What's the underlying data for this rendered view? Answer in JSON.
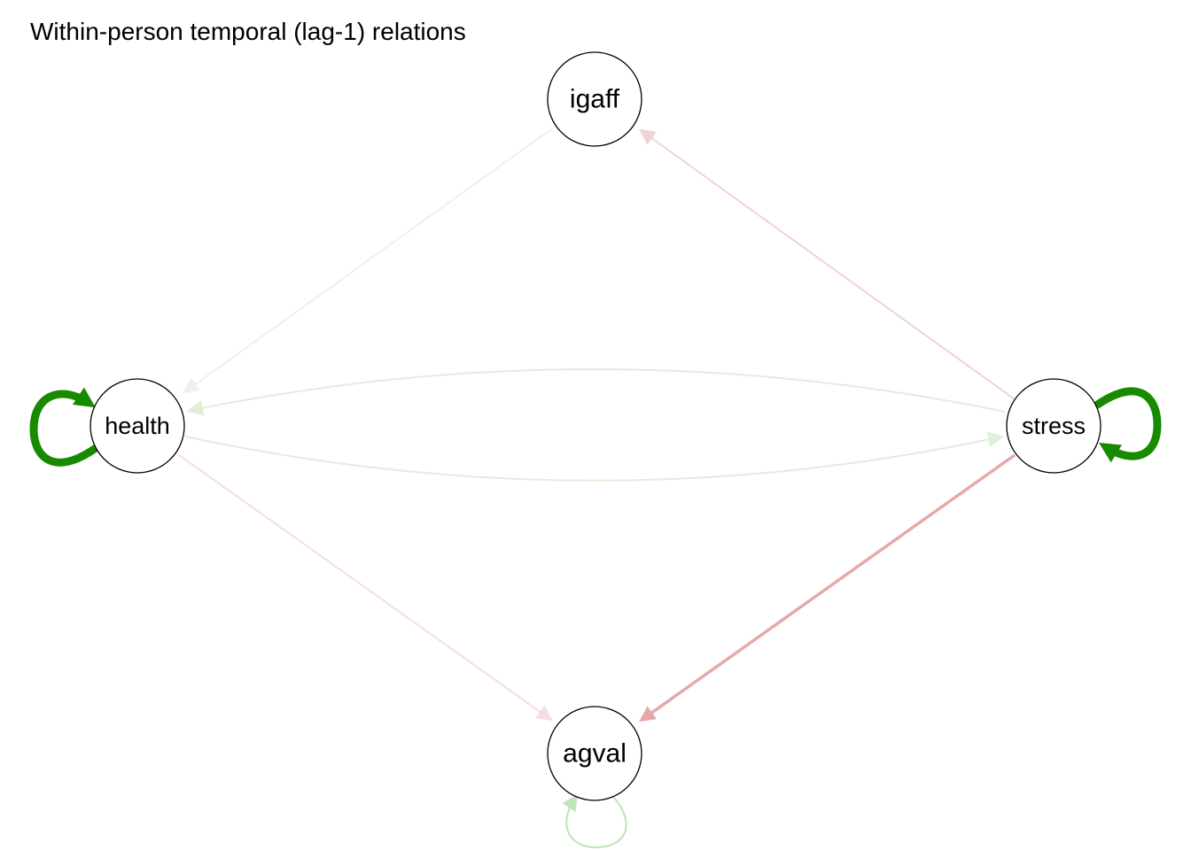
{
  "title": "Within-person temporal (lag-1) relations",
  "nodes": [
    {
      "id": "igaff",
      "label": "igaff"
    },
    {
      "id": "health",
      "label": "health"
    },
    {
      "id": "stress",
      "label": "stress"
    },
    {
      "id": "agval",
      "label": "agval"
    }
  ],
  "edges": [
    {
      "from": "igaff",
      "to": "health",
      "sign": "positive",
      "weight": 0.05,
      "color": "#eaf3ea"
    },
    {
      "from": "stress",
      "to": "igaff",
      "sign": "negative",
      "weight": 0.12,
      "color": "#f2d2d2"
    },
    {
      "from": "stress",
      "to": "health",
      "sign": "positive",
      "weight": 0.1,
      "color": "#def0da"
    },
    {
      "from": "health",
      "to": "stress",
      "sign": "positive",
      "weight": 0.1,
      "color": "#def0da"
    },
    {
      "from": "health",
      "to": "agval",
      "sign": "negative",
      "weight": 0.08,
      "color": "#f6dde0"
    },
    {
      "from": "stress",
      "to": "agval",
      "sign": "negative",
      "weight": 0.25,
      "color": "#e6a9a9"
    },
    {
      "from": "health",
      "to": "health",
      "sign": "positive",
      "weight": 0.6,
      "color": "#178a00"
    },
    {
      "from": "stress",
      "to": "stress",
      "sign": "positive",
      "weight": 0.6,
      "color": "#178a00"
    },
    {
      "from": "agval",
      "to": "agval",
      "sign": "positive",
      "weight": 0.15,
      "color": "#bfe6b8"
    }
  ]
}
